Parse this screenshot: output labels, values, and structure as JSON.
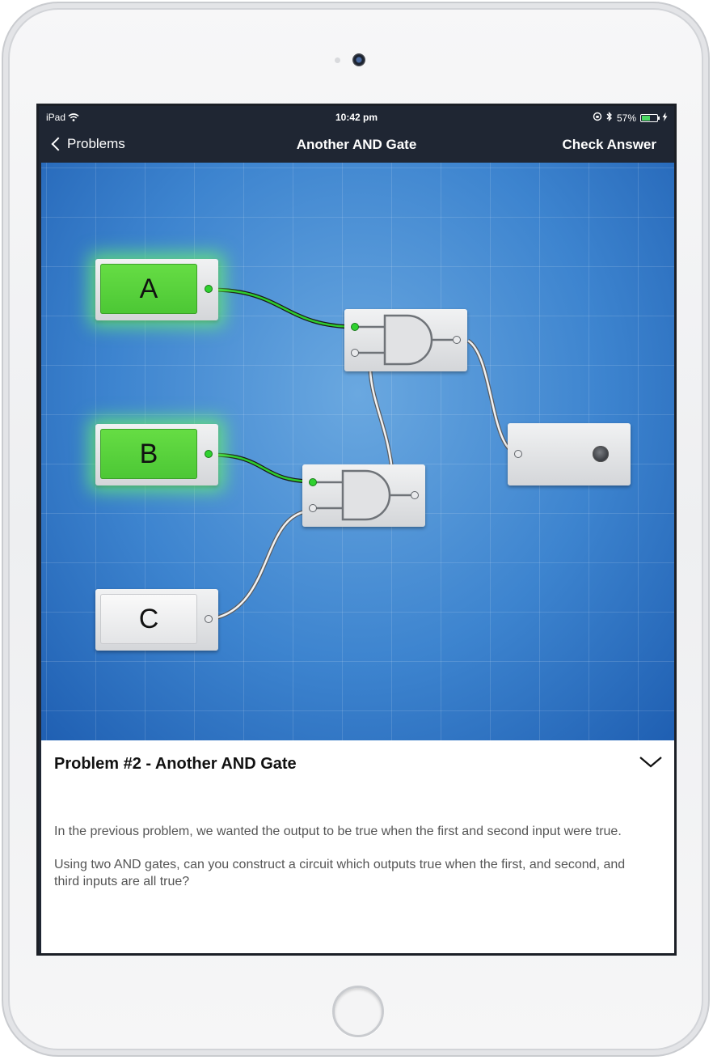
{
  "status_bar": {
    "device": "iPad",
    "time": "10:42 pm",
    "battery": "57%",
    "battery_level": 0.57
  },
  "nav": {
    "back_label": "Problems",
    "title": "Another AND Gate",
    "action_label": "Check Answer"
  },
  "circuit": {
    "inputs": [
      {
        "label": "A",
        "state": "on"
      },
      {
        "label": "B",
        "state": "on"
      },
      {
        "label": "C",
        "state": "off"
      }
    ],
    "gates": [
      "AND",
      "AND"
    ],
    "output": {
      "state": "off"
    }
  },
  "problem": {
    "title": "Problem #2 - Another AND Gate",
    "paragraphs": [
      "In the previous problem, we wanted the output to be true when the first and second input were true.",
      "Using two AND gates, can you construct a circuit which outputs true when the first, and second, and third inputs are all true?"
    ]
  },
  "colors": {
    "nav_background": "#1f2633",
    "canvas_blue": "#3f86d0",
    "active_green": "#4cc735",
    "battery_green": "#4cd964"
  },
  "icons": {
    "wifi": "wifi-icon",
    "rotation_lock": "rotation-lock-icon",
    "bluetooth": "bluetooth-icon",
    "charging": "charging-bolt-icon",
    "back": "chevron-left-icon",
    "collapse": "chevron-down-icon"
  }
}
